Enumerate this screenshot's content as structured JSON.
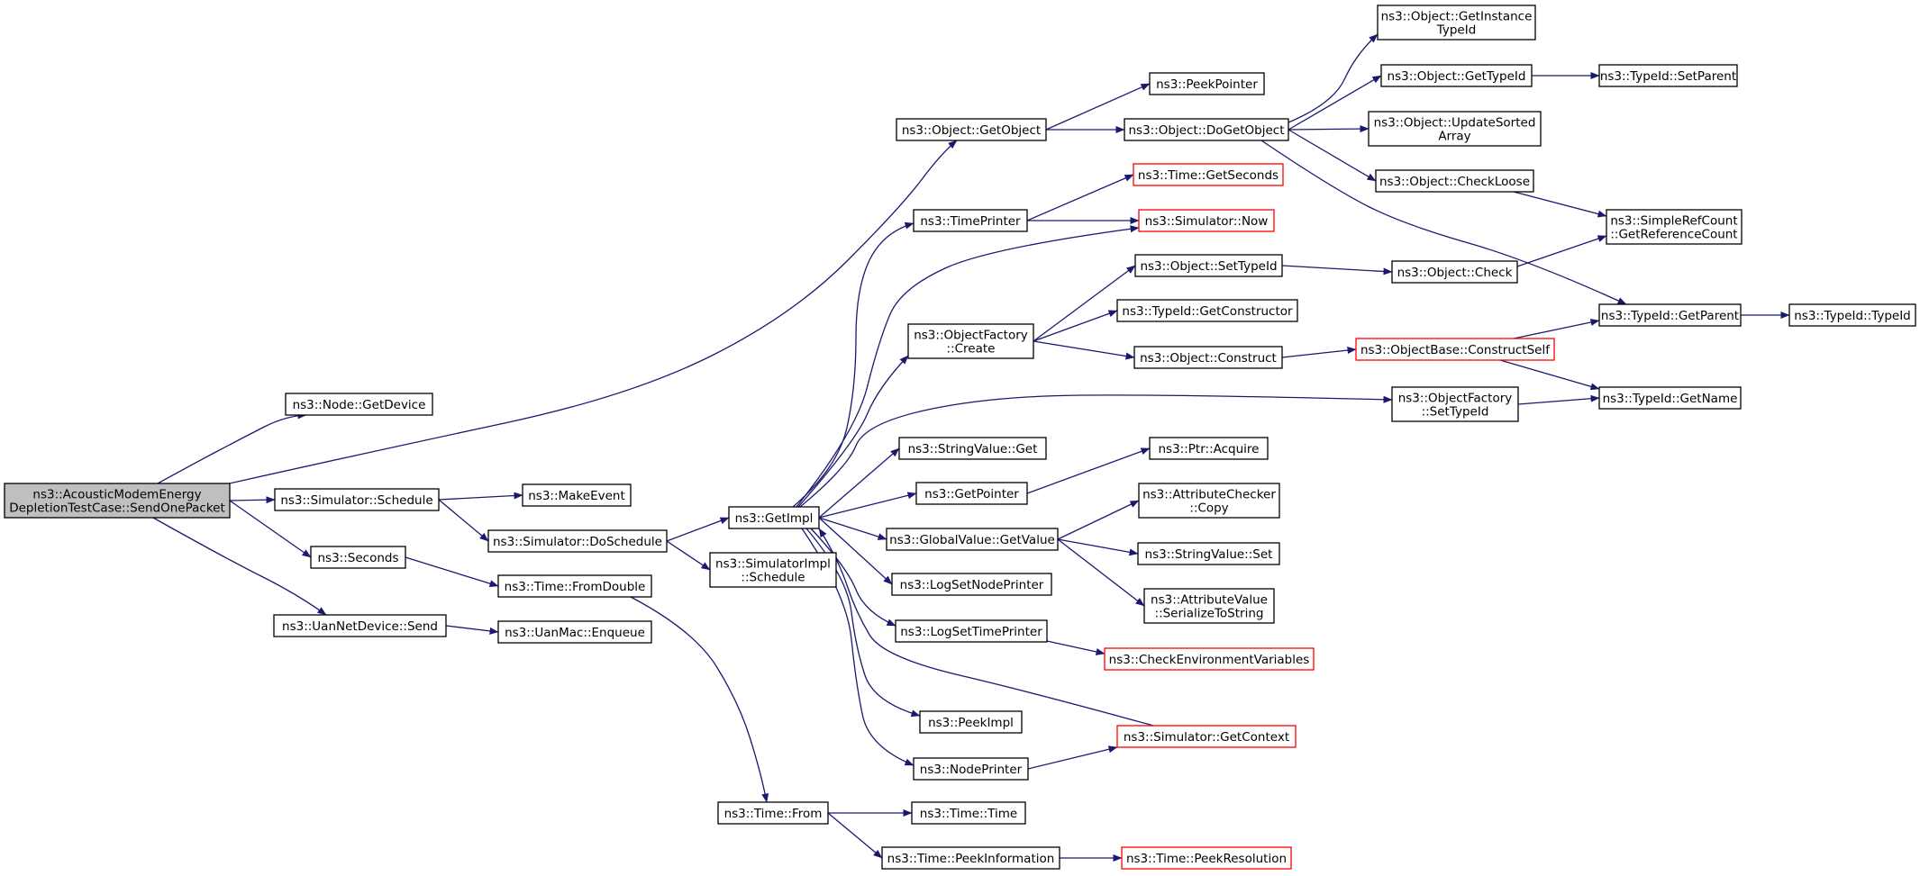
{
  "graph": {
    "title": "",
    "colors": {
      "edge": "#191970",
      "root_fill": "#bfbfbf",
      "node_fill": "#ffffff",
      "node_border": "#000000",
      "truncated_border": "#ff0000"
    },
    "nodes": [
      {
        "id": "root",
        "lines": [
          "ns3::AcousticModemEnergy",
          "DepletionTestCase::SendOnePacket"
        ],
        "kind": "root"
      },
      {
        "id": "nodeGetDevice",
        "lines": [
          "ns3::Node::GetDevice"
        ],
        "kind": "normal"
      },
      {
        "id": "simSchedule",
        "lines": [
          "ns3::Simulator::Schedule"
        ],
        "kind": "normal"
      },
      {
        "id": "seconds",
        "lines": [
          "ns3::Seconds"
        ],
        "kind": "normal"
      },
      {
        "id": "uanSend",
        "lines": [
          "ns3::UanNetDevice::Send"
        ],
        "kind": "normal"
      },
      {
        "id": "objGetObject",
        "lines": [
          "ns3::Object::GetObject"
        ],
        "kind": "normal"
      },
      {
        "id": "makeEvent",
        "lines": [
          "ns3::MakeEvent"
        ],
        "kind": "normal"
      },
      {
        "id": "doSchedule",
        "lines": [
          "ns3::Simulator::DoSchedule"
        ],
        "kind": "normal"
      },
      {
        "id": "fromDouble",
        "lines": [
          "ns3::Time::FromDouble"
        ],
        "kind": "normal"
      },
      {
        "id": "enqueue",
        "lines": [
          "ns3::UanMac::Enqueue"
        ],
        "kind": "normal"
      },
      {
        "id": "getImpl",
        "lines": [
          "ns3::GetImpl"
        ],
        "kind": "normal"
      },
      {
        "id": "implSchedule",
        "lines": [
          "ns3::SimulatorImpl",
          "::Schedule"
        ],
        "kind": "normal"
      },
      {
        "id": "timeFrom",
        "lines": [
          "ns3::Time::From"
        ],
        "kind": "normal"
      },
      {
        "id": "peekPointer",
        "lines": [
          "ns3::PeekPointer"
        ],
        "kind": "normal"
      },
      {
        "id": "doGetObject",
        "lines": [
          "ns3::Object::DoGetObject"
        ],
        "kind": "normal"
      },
      {
        "id": "getSeconds",
        "lines": [
          "ns3::Time::GetSeconds"
        ],
        "kind": "truncated"
      },
      {
        "id": "timePrinter",
        "lines": [
          "ns3::TimePrinter"
        ],
        "kind": "normal"
      },
      {
        "id": "simNow",
        "lines": [
          "ns3::Simulator::Now"
        ],
        "kind": "truncated"
      },
      {
        "id": "setTypeId",
        "lines": [
          "ns3::Object::SetTypeId"
        ],
        "kind": "normal"
      },
      {
        "id": "getConstructor",
        "lines": [
          "ns3::TypeId::GetConstructor"
        ],
        "kind": "normal"
      },
      {
        "id": "ofCreate",
        "lines": [
          "ns3::ObjectFactory",
          "::Create"
        ],
        "kind": "normal"
      },
      {
        "id": "objConstruct",
        "lines": [
          "ns3::Object::Construct"
        ],
        "kind": "normal"
      },
      {
        "id": "strGet",
        "lines": [
          "ns3::StringValue::Get"
        ],
        "kind": "normal"
      },
      {
        "id": "getPointer",
        "lines": [
          "ns3::GetPointer"
        ],
        "kind": "normal"
      },
      {
        "id": "gvGetValue",
        "lines": [
          "ns3::GlobalValue::GetValue"
        ],
        "kind": "normal"
      },
      {
        "id": "logNode",
        "lines": [
          "ns3::LogSetNodePrinter"
        ],
        "kind": "normal"
      },
      {
        "id": "logTime",
        "lines": [
          "ns3::LogSetTimePrinter"
        ],
        "kind": "normal"
      },
      {
        "id": "peekImpl",
        "lines": [
          "ns3::PeekImpl"
        ],
        "kind": "normal"
      },
      {
        "id": "nodePrinter",
        "lines": [
          "ns3::NodePrinter"
        ],
        "kind": "normal"
      },
      {
        "id": "timeTime",
        "lines": [
          "ns3::Time::Time"
        ],
        "kind": "normal"
      },
      {
        "id": "peekInfo",
        "lines": [
          "ns3::Time::PeekInformation"
        ],
        "kind": "normal"
      },
      {
        "id": "getInstanceTypeId",
        "lines": [
          "ns3::Object::GetInstance",
          "TypeId"
        ],
        "kind": "normal"
      },
      {
        "id": "objGetTypeId",
        "lines": [
          "ns3::Object::GetTypeId"
        ],
        "kind": "normal"
      },
      {
        "id": "updateSorted",
        "lines": [
          "ns3::Object::UpdateSorted",
          "Array"
        ],
        "kind": "normal"
      },
      {
        "id": "checkLoose",
        "lines": [
          "ns3::Object::CheckLoose"
        ],
        "kind": "normal"
      },
      {
        "id": "objCheck",
        "lines": [
          "ns3::Object::Check"
        ],
        "kind": "normal"
      },
      {
        "id": "constructSelf",
        "lines": [
          "ns3::ObjectBase::ConstructSelf"
        ],
        "kind": "truncated"
      },
      {
        "id": "ofSetTypeId",
        "lines": [
          "ns3::ObjectFactory",
          "::SetTypeId"
        ],
        "kind": "normal"
      },
      {
        "id": "ptrAcquire",
        "lines": [
          "ns3::Ptr::Acquire"
        ],
        "kind": "normal"
      },
      {
        "id": "acCopy",
        "lines": [
          "ns3::AttributeChecker",
          "::Copy"
        ],
        "kind": "normal"
      },
      {
        "id": "strSet",
        "lines": [
          "ns3::StringValue::Set"
        ],
        "kind": "normal"
      },
      {
        "id": "avSerialize",
        "lines": [
          "ns3::AttributeValue",
          "::SerializeToString"
        ],
        "kind": "normal"
      },
      {
        "id": "checkEnv",
        "lines": [
          "ns3::CheckEnvironmentVariables"
        ],
        "kind": "truncated"
      },
      {
        "id": "simGetContext",
        "lines": [
          "ns3::Simulator::GetContext"
        ],
        "kind": "truncated"
      },
      {
        "id": "peekResolution",
        "lines": [
          "ns3::Time::PeekResolution"
        ],
        "kind": "truncated"
      },
      {
        "id": "tidSetParent",
        "lines": [
          "ns3::TypeId::SetParent"
        ],
        "kind": "normal"
      },
      {
        "id": "srcGetRefCount",
        "lines": [
          "ns3::SimpleRefCount",
          "::GetReferenceCount"
        ],
        "kind": "normal"
      },
      {
        "id": "tidGetParent",
        "lines": [
          "ns3::TypeId::GetParent"
        ],
        "kind": "normal"
      },
      {
        "id": "tidGetName",
        "lines": [
          "ns3::TypeId::GetName"
        ],
        "kind": "normal"
      },
      {
        "id": "tidTypeId",
        "lines": [
          "ns3::TypeId::TypeId"
        ],
        "kind": "normal"
      }
    ],
    "edges": [
      [
        "root",
        "nodeGetDevice"
      ],
      [
        "root",
        "objGetObject"
      ],
      [
        "root",
        "simSchedule"
      ],
      [
        "root",
        "seconds"
      ],
      [
        "root",
        "uanSend"
      ],
      [
        "simSchedule",
        "makeEvent"
      ],
      [
        "simSchedule",
        "doSchedule"
      ],
      [
        "seconds",
        "fromDouble"
      ],
      [
        "uanSend",
        "enqueue"
      ],
      [
        "objGetObject",
        "peekPointer"
      ],
      [
        "objGetObject",
        "doGetObject"
      ],
      [
        "doSchedule",
        "getImpl"
      ],
      [
        "doSchedule",
        "implSchedule"
      ],
      [
        "fromDouble",
        "timeFrom"
      ],
      [
        "getImpl",
        "timePrinter"
      ],
      [
        "getImpl",
        "simNow"
      ],
      [
        "getImpl",
        "ofCreate"
      ],
      [
        "getImpl",
        "ofSetTypeId"
      ],
      [
        "getImpl",
        "strGet"
      ],
      [
        "getImpl",
        "getPointer"
      ],
      [
        "getImpl",
        "gvGetValue"
      ],
      [
        "getImpl",
        "logNode"
      ],
      [
        "getImpl",
        "logTime"
      ],
      [
        "getImpl",
        "peekImpl"
      ],
      [
        "getImpl",
        "nodePrinter"
      ],
      [
        "timeFrom",
        "timeTime"
      ],
      [
        "timeFrom",
        "peekInfo"
      ],
      [
        "doGetObject",
        "getInstanceTypeId"
      ],
      [
        "doGetObject",
        "objGetTypeId"
      ],
      [
        "doGetObject",
        "updateSorted"
      ],
      [
        "doGetObject",
        "checkLoose"
      ],
      [
        "doGetObject",
        "tidGetParent"
      ],
      [
        "timePrinter",
        "getSeconds"
      ],
      [
        "timePrinter",
        "simNow"
      ],
      [
        "ofCreate",
        "setTypeId"
      ],
      [
        "ofCreate",
        "getConstructor"
      ],
      [
        "ofCreate",
        "objConstruct"
      ],
      [
        "setTypeId",
        "objCheck"
      ],
      [
        "objConstruct",
        "constructSelf"
      ],
      [
        "ofSetTypeId",
        "tidGetName"
      ],
      [
        "getPointer",
        "ptrAcquire"
      ],
      [
        "gvGetValue",
        "acCopy"
      ],
      [
        "gvGetValue",
        "strSet"
      ],
      [
        "gvGetValue",
        "avSerialize"
      ],
      [
        "logTime",
        "checkEnv"
      ],
      [
        "nodePrinter",
        "simGetContext"
      ],
      [
        "simGetContext",
        "getImpl"
      ],
      [
        "peekInfo",
        "peekResolution"
      ],
      [
        "objGetTypeId",
        "tidSetParent"
      ],
      [
        "checkLoose",
        "srcGetRefCount"
      ],
      [
        "objCheck",
        "srcGetRefCount"
      ],
      [
        "constructSelf",
        "tidGetParent"
      ],
      [
        "constructSelf",
        "tidGetName"
      ],
      [
        "tidGetParent",
        "tidTypeId"
      ]
    ]
  }
}
